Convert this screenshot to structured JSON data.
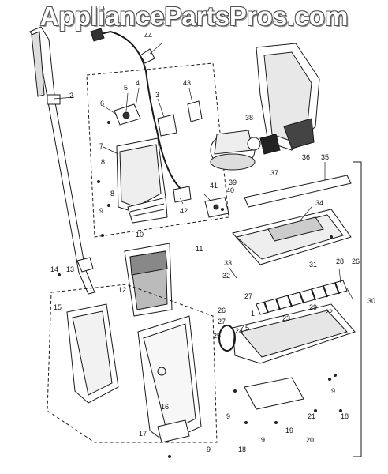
{
  "watermark": "AppliancePartsPros.com",
  "callouts": [
    {
      "id": "c1",
      "label": "1"
    },
    {
      "id": "c2",
      "label": "2"
    },
    {
      "id": "c3",
      "label": "3"
    },
    {
      "id": "c4",
      "label": "4"
    },
    {
      "id": "c5",
      "label": "5"
    },
    {
      "id": "c6",
      "label": "6"
    },
    {
      "id": "c7",
      "label": "7"
    },
    {
      "id": "c8a",
      "label": "8"
    },
    {
      "id": "c8b",
      "label": "8"
    },
    {
      "id": "c9a",
      "label": "9"
    },
    {
      "id": "c9b",
      "label": "9"
    },
    {
      "id": "c9c",
      "label": "9"
    },
    {
      "id": "c9d",
      "label": "9"
    },
    {
      "id": "c10",
      "label": "10"
    },
    {
      "id": "c11",
      "label": "11"
    },
    {
      "id": "c12",
      "label": "12"
    },
    {
      "id": "c13",
      "label": "13"
    },
    {
      "id": "c14",
      "label": "14"
    },
    {
      "id": "c15",
      "label": "15"
    },
    {
      "id": "c16",
      "label": "16"
    },
    {
      "id": "c17",
      "label": "17"
    },
    {
      "id": "c18a",
      "label": "18"
    },
    {
      "id": "c18b",
      "label": "18"
    },
    {
      "id": "c19a",
      "label": "19"
    },
    {
      "id": "c19b",
      "label": "19"
    },
    {
      "id": "c20",
      "label": "20"
    },
    {
      "id": "c21",
      "label": "21"
    },
    {
      "id": "c22",
      "label": "22"
    },
    {
      "id": "c23",
      "label": "23"
    },
    {
      "id": "c24",
      "label": "24"
    },
    {
      "id": "c25",
      "label": "25"
    },
    {
      "id": "c26a",
      "label": "26"
    },
    {
      "id": "c26b",
      "label": "26"
    },
    {
      "id": "c27a",
      "label": "27"
    },
    {
      "id": "c27b",
      "label": "27"
    },
    {
      "id": "c28",
      "label": "28"
    },
    {
      "id": "c29",
      "label": "29"
    },
    {
      "id": "c30",
      "label": "30"
    },
    {
      "id": "c31",
      "label": "31"
    },
    {
      "id": "c32",
      "label": "32"
    },
    {
      "id": "c33",
      "label": "33"
    },
    {
      "id": "c34",
      "label": "34"
    },
    {
      "id": "c35",
      "label": "35"
    },
    {
      "id": "c36",
      "label": "36"
    },
    {
      "id": "c37",
      "label": "37"
    },
    {
      "id": "c38",
      "label": "38"
    },
    {
      "id": "c39",
      "label": "39"
    },
    {
      "id": "c40",
      "label": "40"
    },
    {
      "id": "c41",
      "label": "41"
    },
    {
      "id": "c42",
      "label": "42"
    },
    {
      "id": "c43",
      "label": "43"
    },
    {
      "id": "c44",
      "label": "44"
    },
    {
      "id": "c45",
      "label": "45"
    }
  ],
  "colors": {
    "line": "#1a1a1a",
    "shade": "#555555",
    "background": "#ffffff"
  }
}
